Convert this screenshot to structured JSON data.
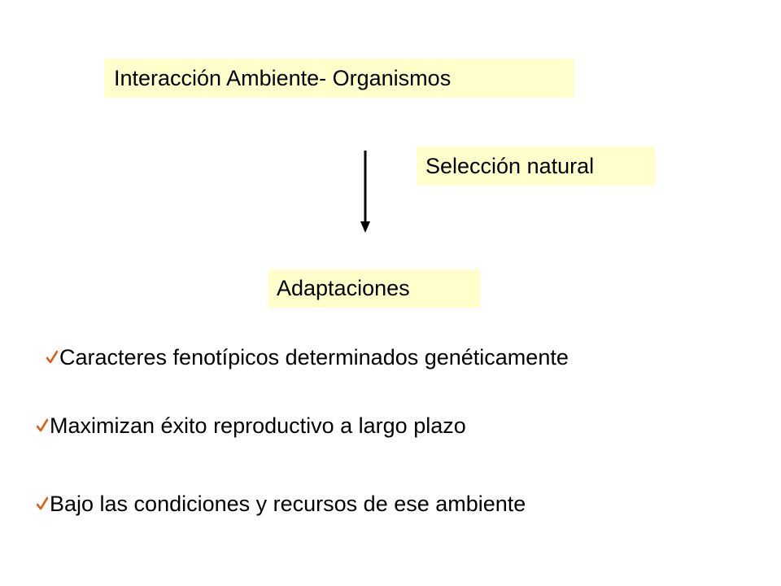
{
  "diagram": {
    "top_box": "Interacción Ambiente- Organismos",
    "arrow_label": "Selección natural",
    "result_box": "Adaptaciones"
  },
  "bullets": [
    {
      "text": "Caracteres fenotípicos determinados genéticamente"
    },
    {
      "text": "Maximizan éxito reproductivo a largo plazo"
    },
    {
      "text": "Bajo las condiciones y recursos de ese ambiente"
    }
  ],
  "colors": {
    "box_fill": "#ffffcc",
    "check_color": "#e05a10",
    "text": "#000000"
  },
  "icons": {
    "arrow": "arrow-down-icon",
    "bullet": "checkmark-icon"
  }
}
